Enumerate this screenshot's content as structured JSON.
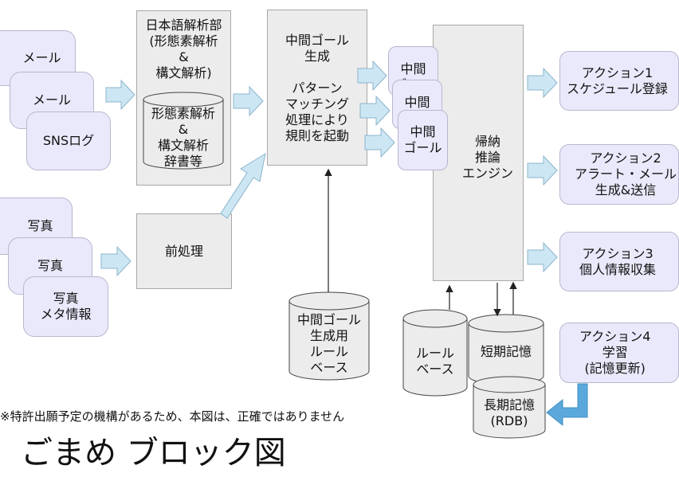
{
  "inputs": {
    "mail": "メール",
    "sns_log": "SNSログ",
    "photo": "写真",
    "photo_meta": "写真\nメタ情報"
  },
  "processing": {
    "japanese_analysis": "日本語解析部\n(形態素解析\n&\n構文解析)",
    "dictionary": "形態素解析\n&\n構文解析\n辞書等",
    "preprocessing": "前処理",
    "intermediate_goal_generation": "中間ゴール\n生成\n\nパターン\nマッチング\n処理により\n規則を起動",
    "intermediate_goal_stack_1": "中間\nゴール",
    "intermediate_goal_stack_2": "中間",
    "intermediate_goal_stack_3": "中間\nゴール",
    "inference_engine": "帰納\n推論\nエンジン"
  },
  "storage": {
    "goal_rule_base": "中間ゴール\n生成用\nルール\nベース",
    "rule_base": "ルール\nベース",
    "short_term_memory": "短期記憶",
    "long_term_memory": "長期記憶\n(RDB)"
  },
  "actions": [
    "アクション1\nスケジュール登録",
    "アクション2\nアラート・メール\n生成&送信",
    "アクション3\n個人情報収集",
    "アクション4\n学習\n(記憶更新)"
  ],
  "footer": {
    "note": "※特許出願予定の機構があるため、本図は、正確ではありません",
    "title": "ごまめ ブロック図"
  },
  "colors": {
    "input_fill": "#e9e9fb",
    "process_fill": "#ececec",
    "arrow_fill": "#cde6f3",
    "arrow_stroke": "#8bb4cc",
    "feedback_arrow": "#5ba8dc"
  }
}
